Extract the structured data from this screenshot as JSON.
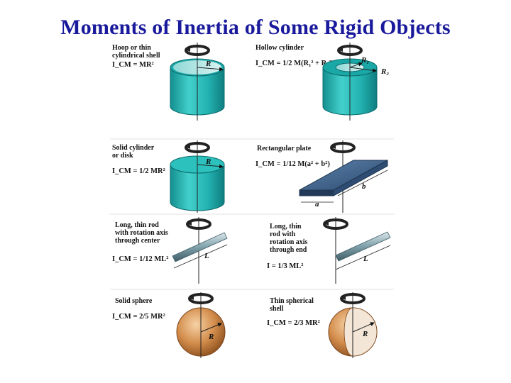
{
  "title": "Moments of Inertia of Some Rigid Objects",
  "objects": [
    {
      "id": "hoop",
      "caption_lines": [
        "Hoop or thin",
        "cylindrical shell"
      ],
      "formula": "I_CM = MR²",
      "dims": [
        "R"
      ]
    },
    {
      "id": "hollow-cylinder",
      "caption_lines": [
        "Hollow cylinder"
      ],
      "formula": "I_CM = 1/2 M(R₁² + R₂²)",
      "dims": [
        "R₁",
        "R₂"
      ]
    },
    {
      "id": "solid-cylinder",
      "caption_lines": [
        "Solid cylinder",
        "or disk"
      ],
      "formula": "I_CM = 1/2 MR²",
      "dims": [
        "R"
      ]
    },
    {
      "id": "rectangular-plate",
      "caption_lines": [
        "Rectangular plate"
      ],
      "formula": "I_CM = 1/12 M(a² + b²)",
      "dims": [
        "a",
        "b"
      ]
    },
    {
      "id": "rod-center",
      "caption_lines": [
        "Long, thin rod",
        "with rotation axis",
        "through center"
      ],
      "formula": "I_CM = 1/12 ML²",
      "dims": [
        "L"
      ]
    },
    {
      "id": "rod-end",
      "caption_lines": [
        "Long, thin",
        "rod with",
        "rotation axis",
        "through end"
      ],
      "formula": "I = 1/3 ML²",
      "dims": [
        "L"
      ]
    },
    {
      "id": "solid-sphere",
      "caption_lines": [
        "Solid sphere"
      ],
      "formula": "I_CM = 2/5 MR²",
      "dims": [
        "R"
      ]
    },
    {
      "id": "spherical-shell",
      "caption_lines": [
        "Thin spherical",
        "shell"
      ],
      "formula": "I_CM = 2/3 MR²",
      "dims": [
        "R"
      ]
    }
  ],
  "colors": {
    "title": "#1a1a9c",
    "teal": "#1fb3b3",
    "plate": "#3d5f86",
    "sphere": "#d79a5e",
    "rod": "#6f8f9a"
  }
}
